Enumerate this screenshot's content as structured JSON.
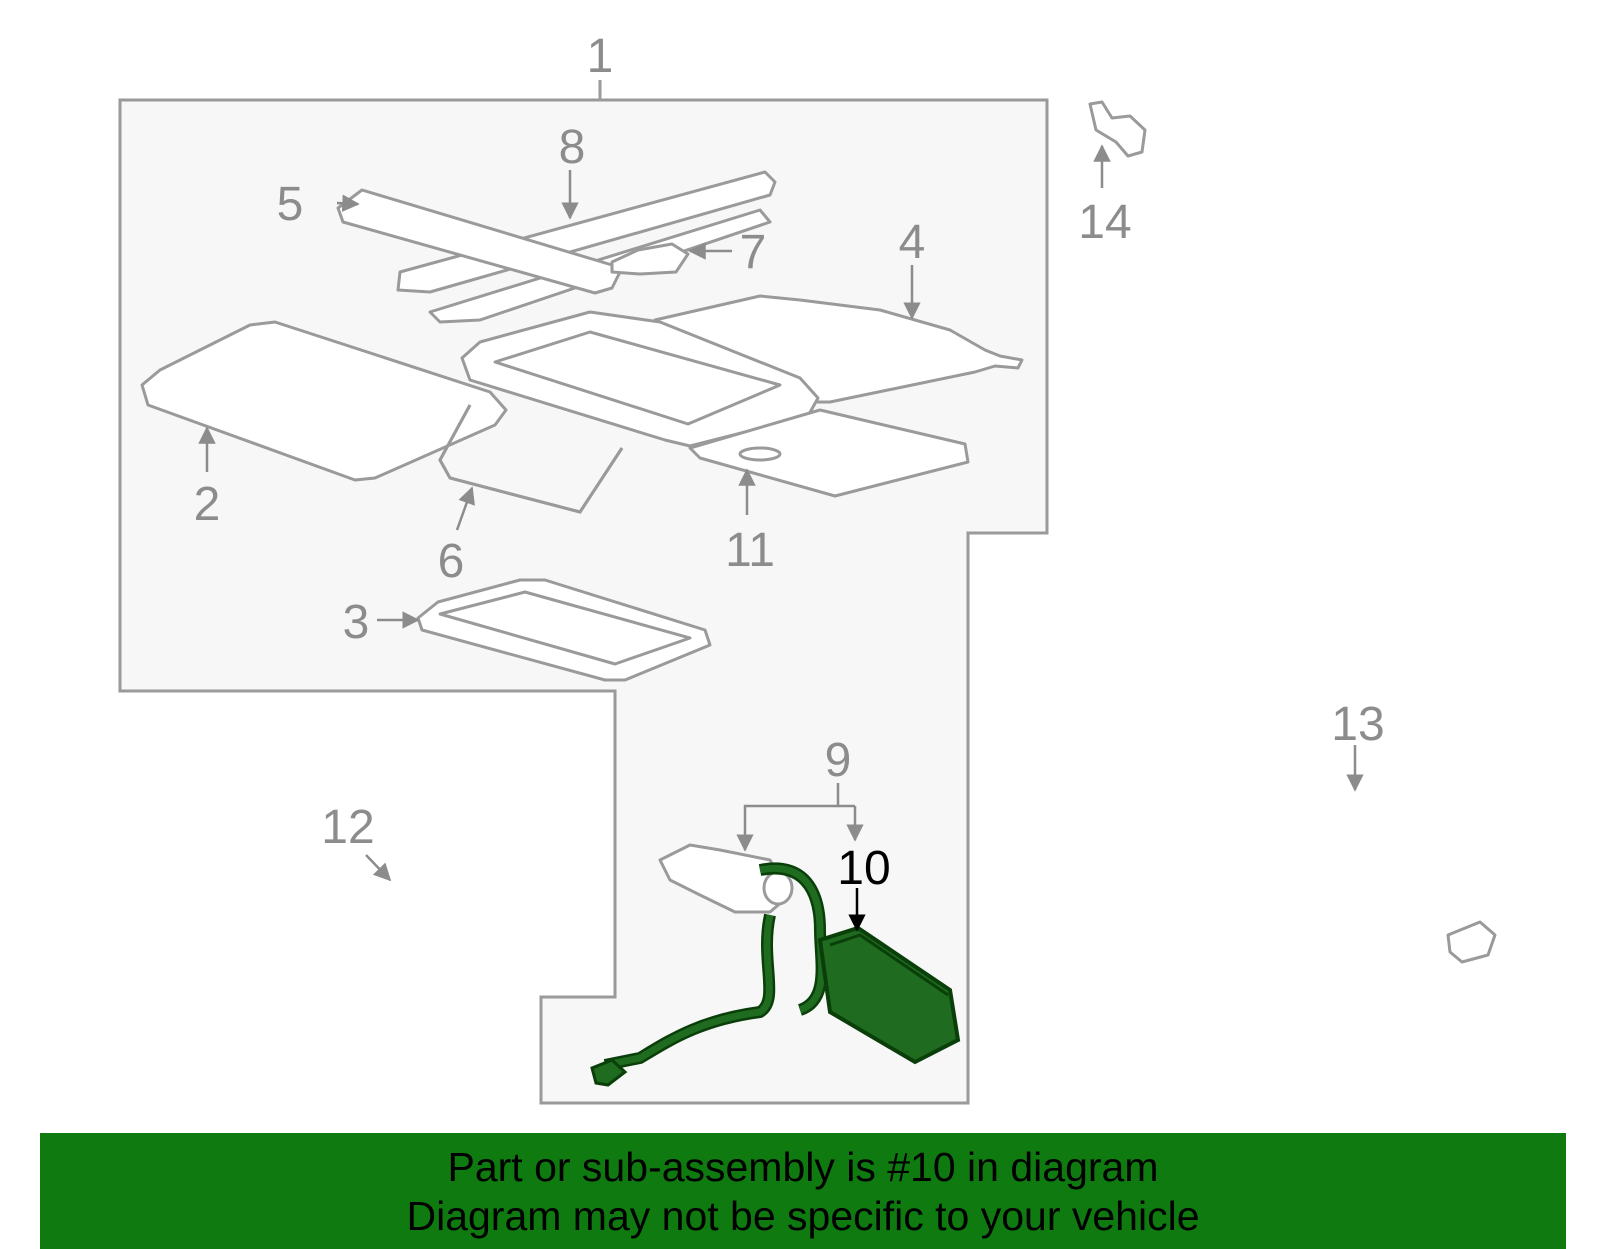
{
  "diagram": {
    "callouts": {
      "c1": "1",
      "c2": "2",
      "c3": "3",
      "c4": "4",
      "c5": "5",
      "c6": "6",
      "c7": "7",
      "c8": "8",
      "c9": "9",
      "c10": "10",
      "c11": "11",
      "c12": "12",
      "c13": "13",
      "c14": "14"
    },
    "highlighted_part": "10",
    "colors": {
      "highlight": "#1f6b1f",
      "banner": "#0f7a0f",
      "linework": "#9a9a9a",
      "panel": "#f7f7f7"
    }
  },
  "banner": {
    "line1": "Part or sub-assembly is #10 in diagram",
    "line2": "Diagram may not be specific to your vehicle"
  }
}
